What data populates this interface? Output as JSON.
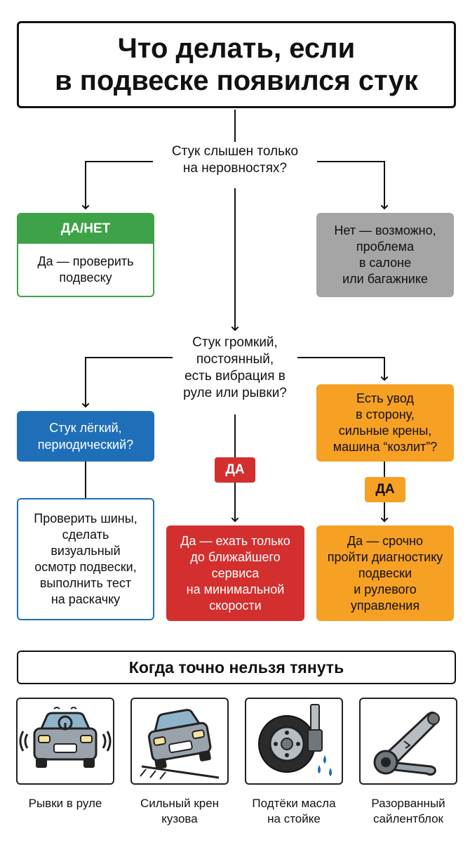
{
  "title": "Что делать, если\nв подвеске появился стук",
  "question1": "Стук слышен только\nна неровностях?",
  "yes_no_card": {
    "header": "ДА/НЕТ",
    "body": "Да — проверить\nподвеску"
  },
  "no_card": "Нет — возможно,\nпроблема\nв салоне\nили багажнике",
  "question2": "Стук громкий,\nпостоянный,\nесть вибрация в\nруле или рывки?",
  "light_knock_question": "Стук лёгкий,\nпериодический?",
  "light_knock_action": "Проверить шины,\nсделать\nвизуальный\nосмотр подвески,\nвыполнить тест\nна раскачку",
  "yes_badge_red": "ДА",
  "red_action": "Да — ехать только\nдо ближайшего\nсервиса\nна минимальной\nскорости",
  "pull_question": "Есть увод\nв сторону,\nсильные крены,\nмашина “козлит”?",
  "yes_badge_orange": "ДА",
  "orange_action": "Да — срочно\nпройти диагностику\nподвески\nи рулевого\nуправления",
  "section_title": "Когда точно нельзя тянуть",
  "warning_tiles": [
    {
      "icon": "car-steering-vibration-icon",
      "label": "Рывки в руле"
    },
    {
      "icon": "car-body-roll-icon",
      "label": "Сильный крен\nкузова"
    },
    {
      "icon": "shock-absorber-leak-icon",
      "label": "Подтёки масла\nна стойке"
    },
    {
      "icon": "broken-bushing-icon",
      "label": "Разорванный\nсайлентблок"
    }
  ],
  "colors": {
    "green": "#3ea348",
    "gray": "#a5a5a5",
    "blue": "#1f6fb8",
    "red": "#d32f2f",
    "orange": "#f6a024"
  }
}
